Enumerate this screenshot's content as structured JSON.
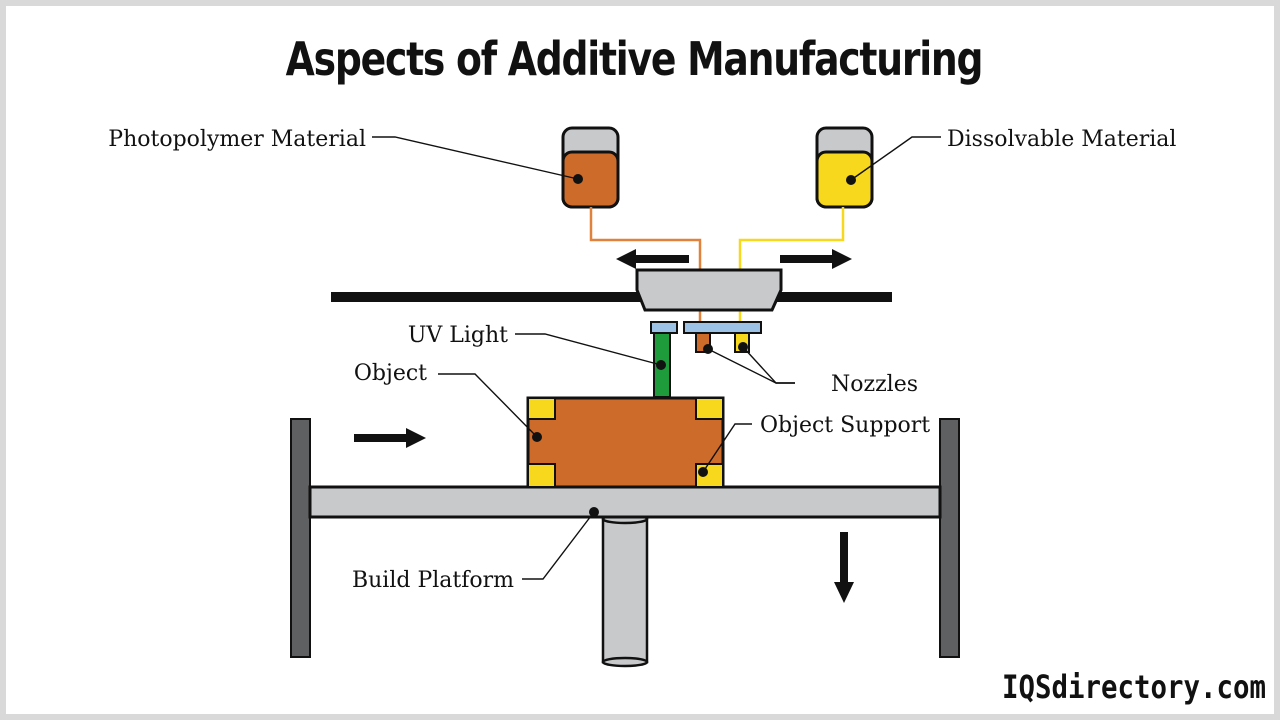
{
  "title": "Aspects of Additive Manufacturing",
  "labels": {
    "photopolymer": "Photopolymer Material",
    "dissolvable": "Dissolvable Material",
    "uv_light": "UV Light",
    "object": "Object",
    "nozzles": "Nozzles",
    "object_support": "Object Support",
    "build_platform": "Build Platform"
  },
  "brand": "IQSdirectory.com",
  "colors": {
    "photopolymer": "#cd6b2a",
    "dissolvable": "#f7d81c",
    "uv_light": "#1e9c3c",
    "nozzle_plate": "#9cc3e6",
    "gray": "#c8c9cb",
    "dark_gray": "#5f6061",
    "feed_orange": "#e0813c",
    "feed_yellow": "#f7d81c"
  }
}
